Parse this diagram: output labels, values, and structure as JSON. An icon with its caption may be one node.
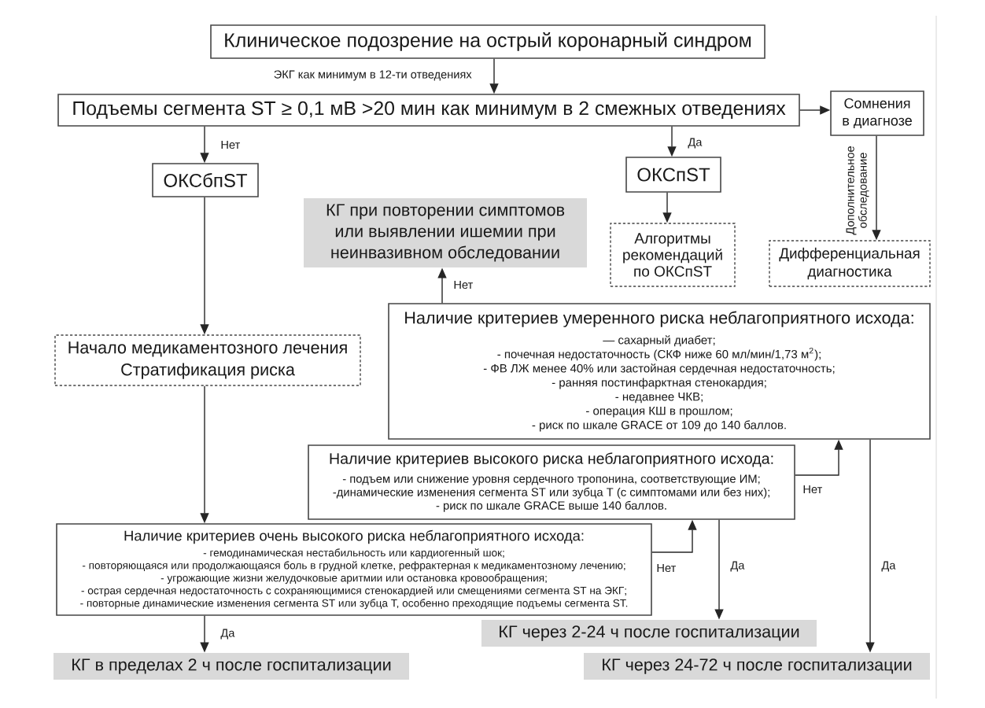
{
  "diagram": {
    "nodes": [
      {
        "text": [
          "Клиническое подозрение на острый коронарный синдром"
        ]
      },
      {
        "text": [
          "Подъемы сегмента ST ≥ 0,1 мВ >20 мин как минимум в 2 смежных отведениях"
        ]
      },
      {
        "text": [
          "Сомнения в диагнозе"
        ]
      },
      {
        "text": [
          "ОКСбпST"
        ]
      },
      {
        "text": [
          "ОКСпST"
        ]
      },
      {
        "text": [
          "КГ при повторении симптомов или выявлении ишемии при неинвазивном обследовании"
        ]
      },
      {
        "text": [
          "Алгоритмы рекомендаций по ОКСпST"
        ]
      },
      {
        "text": [
          "Дифференциальная диагностика"
        ]
      },
      {
        "text": [
          "Начало медикаментозного лечения",
          "Стратификация риска"
        ]
      },
      {
        "text": [
          "Наличие критериев умеренного риска неблагоприятного исхода:",
          "— сахарный диабет;",
          "- почечная недостаточность (СКФ ниже 60 мл/мин/1,73 м$^{2}$);",
          "- ФВ ЛЖ менее 40% или застойная сердечная недостаточность;",
          "- ранняя постинфарктная стенокардия;",
          "- недавнее ЧКВ;",
          "- операция КШ в прошлом;",
          "- риск по шкале GRACE от 109 до 140 баллов."
        ]
      },
      {
        "text": [
          "Наличие критериев высокого риска неблагоприятного исхода:",
          "- подъем или снижение уровня сердечного тропонина, соответствующие ИМ;",
          "-динамические изменения сегмента ST или зубца Т (с симптомами или без них);",
          "- риск по шкале GRACE выше 140 баллов."
        ]
      },
      {
        "text": [
          "Наличие критериев очень высокого риска неблагоприятного исхода:",
          "- гемодинамическая нестабильность или кардиогенный шок;",
          "- повторяющаяся или продолжающаяся боль в грудной клетке, рефрактерная к медикаментозному лечению;",
          "- угрожающие жизни желудочковые аритмии или остановка кровообращения;",
          "- острая сердечная недостаточность с сохраняющимися стенокардией или смещениями сегмента ST на ЭКГ;",
          "- повторные динамические изменения сегмента ST или зубца Т, особенно преходящие подъемы сегмента ST."
        ]
      },
      {
        "text": [
          "КГ в пределах 2 ч после госпитализации"
        ]
      },
      {
        "text": [
          "КГ через 2-24 ч после госпитализации"
        ]
      },
      {
        "text": [
          "КГ через 24-72 ч после госпитализации"
        ]
      }
    ],
    "edges": [
      {
        "from": 0,
        "to": 1,
        "arrow": "to",
        "label": "ЭКГ как минимум в 12-ти отведениях"
      },
      {
        "from": 1,
        "to": 2,
        "arrow": "to"
      },
      {
        "from": 1,
        "to": 3,
        "arrow": "to",
        "label": "Нет"
      },
      {
        "from": 1,
        "to": 4,
        "arrow": "to",
        "label": "Да"
      },
      {
        "from": 2,
        "to": 7,
        "arrow": "to",
        "label": "Дополнительное обследование"
      },
      {
        "from": 4,
        "to": 6,
        "arrow": "to"
      },
      {
        "from": 3,
        "to": 8,
        "arrow": "to"
      },
      {
        "from": 8,
        "to": 11,
        "arrow": "to"
      },
      {
        "from": 9,
        "to": 5,
        "arrow": "to",
        "label": "Нет"
      },
      {
        "from": 10,
        "to": 9,
        "arrow": "to",
        "label": "Нет"
      },
      {
        "from": 10,
        "to": 13,
        "arrow": "to",
        "label": "Да"
      },
      {
        "from": 11,
        "to": 10,
        "arrow": "to",
        "label": "Нет"
      },
      {
        "from": 11,
        "to": 12,
        "arrow": "to",
        "label": "Да"
      },
      {
        "from": 9,
        "to": 14,
        "arrow": "to",
        "label": "Да"
      }
    ]
  }
}
